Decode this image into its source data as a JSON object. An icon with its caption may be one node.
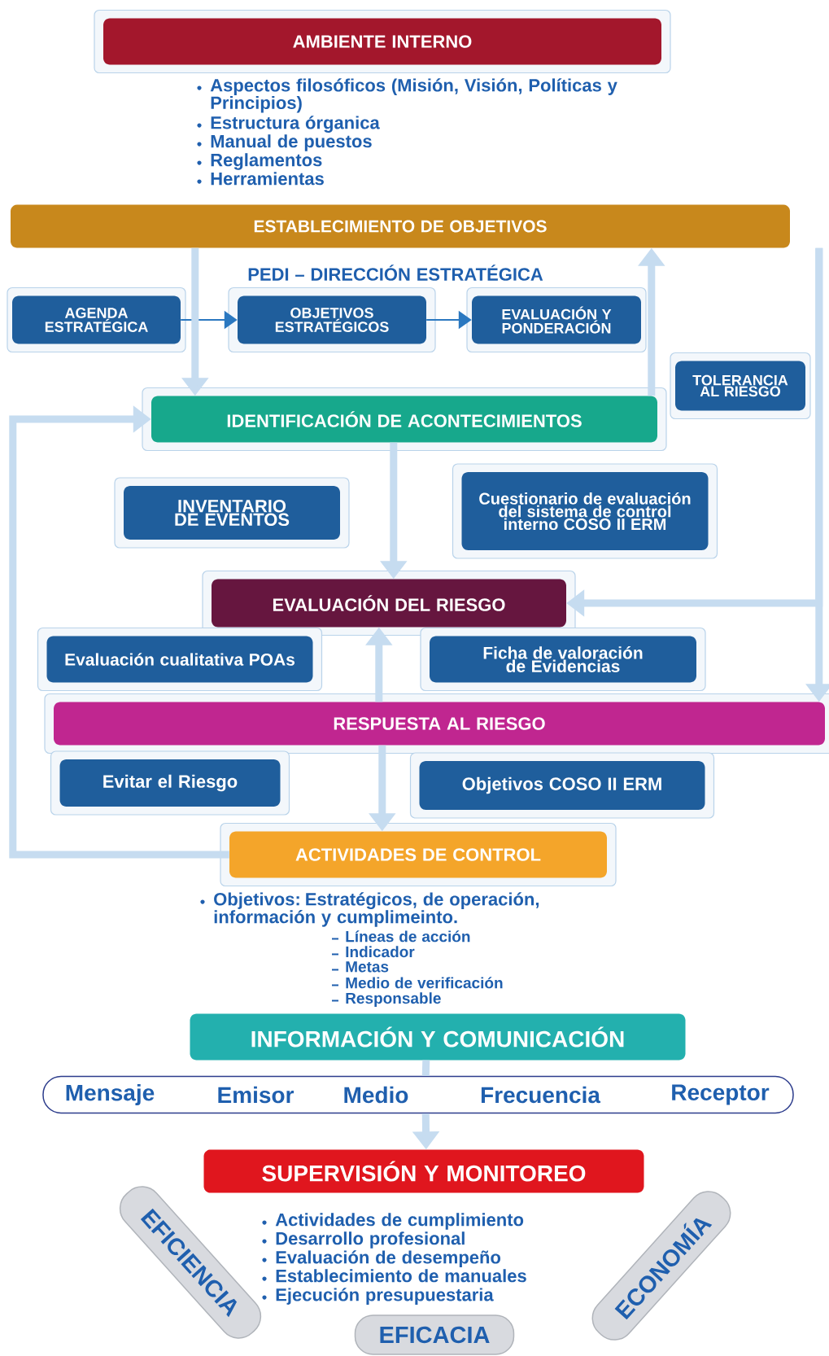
{
  "diagram": {
    "nodes": [
      {
        "text": [
          "AMBIENTE INTERNO"
        ],
        "beside": [
          "Aspectos filosóficos (Misión, Visión, Políticas y Principios)",
          "Estructura órganica",
          "Manual de puestos",
          "Reglamentos",
          "Herramientas"
        ]
      },
      {
        "text": [
          "ESTABLECIMIENTO DE OBJETIVOS"
        ]
      },
      {
        "text": [
          "AGENDA ESTRATÉGICA"
        ]
      },
      {
        "text": [
          "OBJETIVOS ESTRATÉGICOS"
        ]
      },
      {
        "text": [
          "EVALUACIÓN Y PONDERACIÓN"
        ]
      },
      {
        "text": [
          "TOLERANCIA AL RIESGO"
        ]
      },
      {
        "text": [
          "IDENTIFICACIÓN DE ACONTECIMIENTOS"
        ]
      },
      {
        "text": [
          "INVENTARIO DE EVENTOS"
        ]
      },
      {
        "text": [
          "Cuestionario de evaluación del sistema de control interno COSO II ERM"
        ]
      },
      {
        "text": [
          "EVALUACIÓN DEL RIESGO"
        ]
      },
      {
        "text": [
          "Evaluación cualitativa POAs"
        ]
      },
      {
        "text": [
          "Ficha de valoración de Evidencias"
        ]
      },
      {
        "text": [
          "RESPUESTA AL RIESGO"
        ]
      },
      {
        "text": [
          "Evitar el Riesgo"
        ]
      },
      {
        "text": [
          "Objetivos COSO II ERM"
        ]
      },
      {
        "text": [
          "ACTIVIDADES DE CONTROL"
        ],
        "beside": [
          "Objetivos: Estratégicos, de operación, información y cumplimeinto.",
          "Líneas de acción",
          "Indicador",
          "Metas",
          "Medio de verificación",
          "Responsable"
        ]
      },
      {
        "text": [
          "INFORMACIÓN Y COMUNICACIÓN"
        ]
      },
      {
        "text": [
          "Mensaje",
          "Emisor",
          "Medio",
          "Frecuencia",
          "Receptor"
        ]
      },
      {
        "text": [
          "SUPERVISIÓN Y MONITOREO"
        ],
        "beside": [
          "Actividades de cumplimiento",
          "Desarrollo profesional",
          "Evaluación de desempeño",
          "Establecimiento de manuales",
          "Ejecución presupuestaria"
        ]
      },
      {
        "text": [
          "EFICIENCIA"
        ]
      },
      {
        "text": [
          "EFICACIA"
        ]
      },
      {
        "text": [
          "ECONOMÍA"
        ]
      }
    ],
    "edges": [
      {
        "from": 2,
        "to": 3,
        "arrow": "to",
        "color": "#2b78c0"
      },
      {
        "from": 3,
        "to": 4,
        "arrow": "to",
        "color": "#2b78c0"
      },
      {
        "from": 1,
        "to": 6,
        "arrow": "to"
      },
      {
        "from": 6,
        "to": 1,
        "arrow": "to"
      },
      {
        "from": 1,
        "to": 12,
        "arrow": "to"
      },
      {
        "from": 1,
        "to": 9,
        "arrow": "to"
      },
      {
        "from": 15,
        "to": 6,
        "arrow": "to"
      },
      {
        "from": 6,
        "to": 9,
        "arrow": "to"
      },
      {
        "from": 12,
        "to": 9,
        "arrow": "to"
      },
      {
        "from": 12,
        "to": 15,
        "arrow": "to"
      },
      {
        "from": 16,
        "to": 17,
        "arrow": "none"
      },
      {
        "from": 17,
        "to": 18,
        "arrow": "to"
      }
    ],
    "labels": [
      "PEDI – DIRECCIÓN ESTRATÉGICA"
    ]
  }
}
